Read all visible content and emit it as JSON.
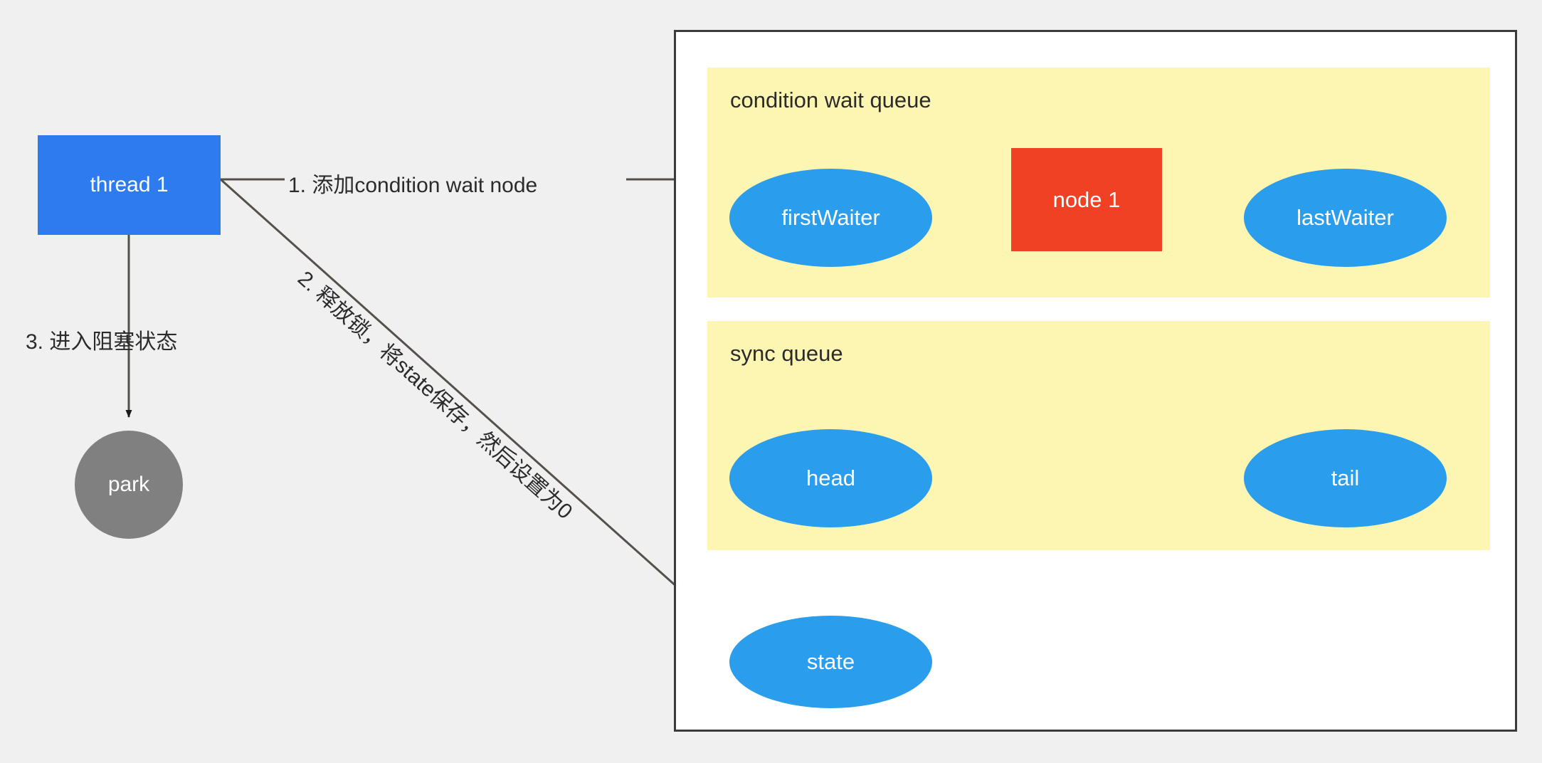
{
  "diagram": {
    "title": "AQS condition wait diagram",
    "background_color": "#f0f0f0",
    "colors": {
      "thread_box": "#2e7bf0",
      "node_box": "#f04124",
      "ellipse": "#2b9ded",
      "park_circle": "#808080",
      "panel": "#fdf6b2",
      "container_border": "#3b3b3b",
      "container_fill": "#ffffff",
      "edge": "#55514a",
      "text_dark": "#2b2b2b",
      "text_light": "#ffffff"
    }
  },
  "left": {
    "thread_box": {
      "label": "thread 1"
    },
    "park_circle": {
      "label": "park"
    }
  },
  "edges": {
    "step1": "1. 添加condition wait node",
    "step2": "2. 释放锁，将state保存，然后设置为0",
    "step3": "3. 进入阻塞状态"
  },
  "container": {
    "panels": [
      {
        "title": "condition wait queue",
        "nodes": [
          {
            "label": "firstWaiter",
            "shape": "ellipse"
          },
          {
            "label": "node 1",
            "shape": "rect"
          },
          {
            "label": "lastWaiter",
            "shape": "ellipse"
          }
        ]
      },
      {
        "title": "sync queue",
        "nodes": [
          {
            "label": "head",
            "shape": "ellipse"
          },
          {
            "label": "tail",
            "shape": "ellipse"
          }
        ]
      }
    ],
    "state_node": {
      "label": "state",
      "shape": "ellipse"
    }
  }
}
